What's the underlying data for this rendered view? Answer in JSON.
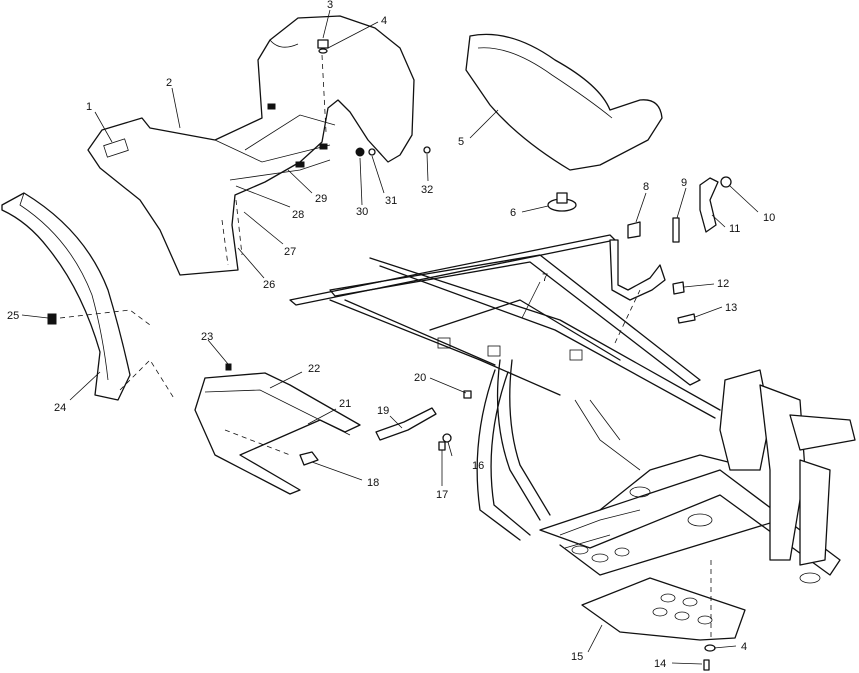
{
  "diagram": {
    "callouts": {
      "c1": "1",
      "c2": "2",
      "c3": "3",
      "c4a": "4",
      "c5": "5",
      "c6a": "6",
      "c7a": "7",
      "c8": "8",
      "c9": "9",
      "c10": "10",
      "c11": "11",
      "c12": "12",
      "c13": "13",
      "c14": "14",
      "c15": "15",
      "c4b": "4",
      "c16": "16",
      "c17": "17",
      "c18": "18",
      "c19": "19",
      "c20": "20",
      "c21": "21",
      "c22": "22",
      "c23": "23",
      "c24": "24",
      "c25": "25",
      "c26": "26",
      "c27": "27",
      "c28": "28",
      "c29": "29",
      "c30": "30",
      "c31": "31",
      "c32": "32"
    }
  }
}
